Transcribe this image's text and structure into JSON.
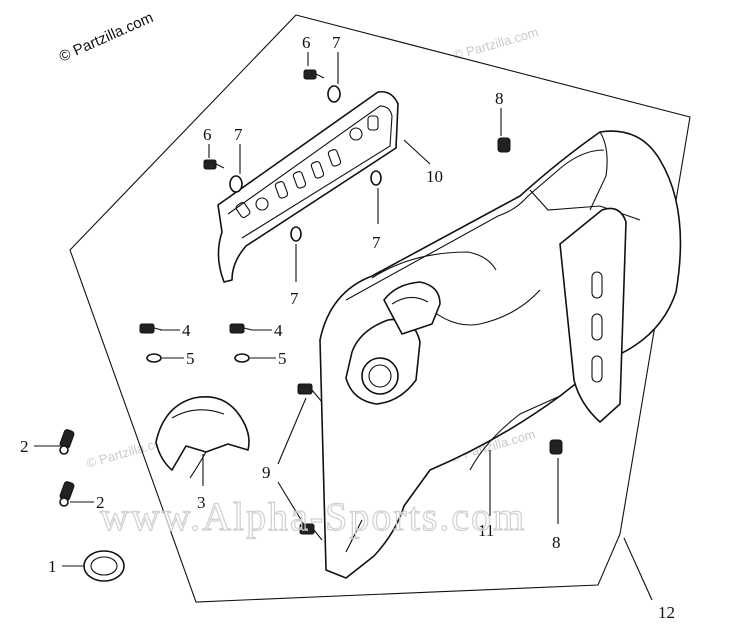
{
  "watermarks": {
    "copyright": "© Partzilla.com",
    "faint_a": "© Partzilla.com",
    "faint_b": "© Partzilla.com",
    "faint_c": "© Partzilla.com",
    "main": "www.Alpha-Sports.com"
  },
  "callouts": {
    "c1": "1",
    "c2a": "2",
    "c2b": "2",
    "c3": "3",
    "c4a": "4",
    "c4b": "4",
    "c5a": "5",
    "c5b": "5",
    "c6a": "6",
    "c6b": "6",
    "c7a": "7",
    "c7b": "7",
    "c7c": "7",
    "c7d": "7",
    "c8a": "8",
    "c8b": "8",
    "c9": "9",
    "c10": "10",
    "c11": "11",
    "c12": "12"
  }
}
